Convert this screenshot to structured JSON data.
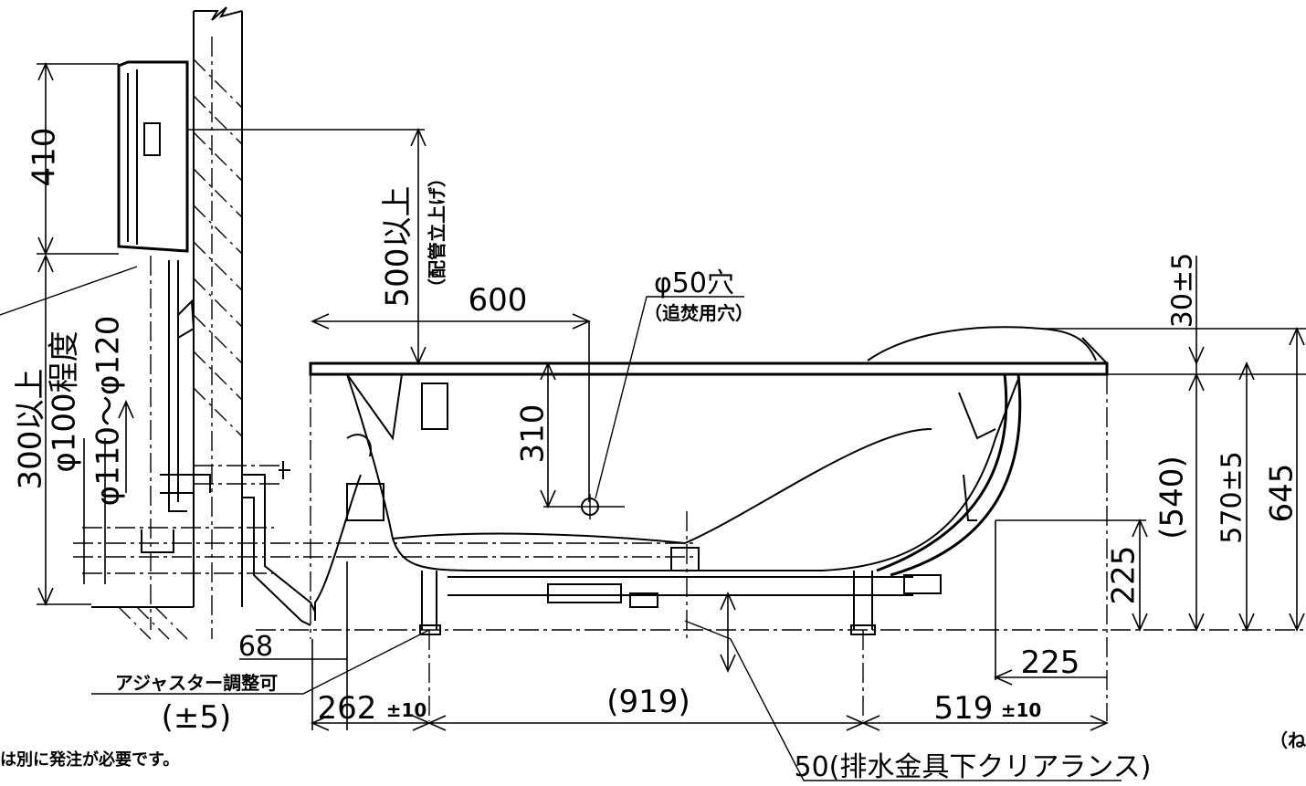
{
  "dimensions": {
    "wall_unit_height": "410",
    "riser_clearance": "500以上",
    "riser_note": "（配管立上げ）",
    "lower_clearance": "300以上",
    "pipe_diameter_range": "φ100程度",
    "pipe_diameter_alt": "φ110～φ120",
    "top_width": "600",
    "hole_label": "φ50穴",
    "hole_note": "（追焚用穴）",
    "hole_depth": "310",
    "rim_thickness": "30±5",
    "total_height": "645",
    "floor_to_rim": "570±5",
    "inner_height": "(540)",
    "drain_height": "225",
    "drain_offset": "225",
    "left_overhang": "68",
    "adjuster_label": "アジャスター調整可",
    "adjuster_range": "(±5)",
    "left_span": "262",
    "left_span_tol": "±10",
    "center_span": "(919)",
    "right_span": "519",
    "right_span_tol": "±10",
    "drain_clearance": "50(排水金具下クリアランス)"
  },
  "notes": {
    "order_note": "は別に発注が必要です。",
    "edge_text": "（ね"
  }
}
